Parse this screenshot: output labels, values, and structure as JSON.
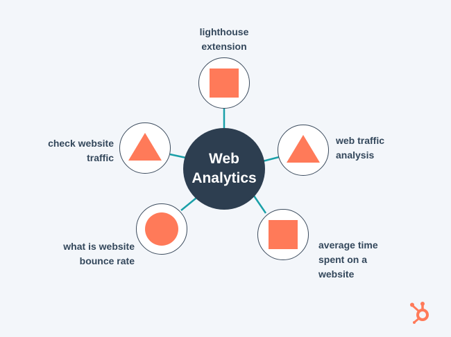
{
  "hub": {
    "line1": "Web",
    "line2": "Analytics"
  },
  "nodes": {
    "top": {
      "icon": "orange-square",
      "label": [
        "lighthouse",
        "extension"
      ]
    },
    "upper_left": {
      "icon": "orange-triangle",
      "label": [
        "check website",
        "traffic"
      ]
    },
    "upper_right": {
      "icon": "orange-triangle",
      "label": [
        "web traffic",
        "analysis"
      ]
    },
    "lower_left": {
      "icon": "orange-circle",
      "label": [
        "what is website",
        "bounce rate"
      ]
    },
    "lower_right": {
      "icon": "orange-square",
      "label": [
        "average time",
        "spent on a",
        "website"
      ]
    }
  },
  "colors": {
    "background": "#f3f6fa",
    "hub": "#2d3e50",
    "accent": "#ff7a59",
    "connector": "#1aa0a8",
    "text": "#33475b"
  },
  "logo": {
    "icon": "hubspot-sprocket-icon"
  }
}
